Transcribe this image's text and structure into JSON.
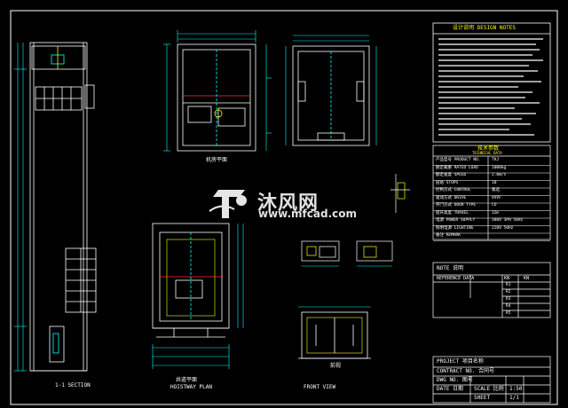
{
  "watermark": {
    "brand": "沐风网",
    "url": "www.mfcad.com"
  },
  "drawing": {
    "views": {
      "section_label": "1-1 SECTION",
      "shaft_plan_label": "HOISTWAY PLAN",
      "front_view_label": "FRONT VIEW",
      "shaft_plan_cn": "井道平面",
      "front_view_cn": "前视",
      "top_plan_cn": "机房平面"
    },
    "notes_title": "设计说明 DESIGN NOTES",
    "spec_table": {
      "title": "技术参数",
      "subtitle": "TECHNICAL DATA",
      "rows": [
        {
          "key": "产品型号 PRODUCT NO.",
          "value": "TKJ"
        },
        {
          "key": "额定载重 RATED LOAD",
          "value": "1000kg"
        },
        {
          "key": "额定速度 SPEED",
          "value": "2.0m/s"
        },
        {
          "key": "层站 STOPS",
          "value": "10"
        },
        {
          "key": "控制方式 CONTROL",
          "value": "集选"
        },
        {
          "key": "驱动方式 DRIVE",
          "value": "VVVF"
        },
        {
          "key": "开门方式 DOOR TYPE",
          "value": "CO"
        },
        {
          "key": "提升高度 TRAVEL",
          "value": "32m"
        },
        {
          "key": "电源 POWER SUPPLY",
          "value": "380V 3PH 50Hz"
        },
        {
          "key": "照明电源 LIGHTING",
          "value": "220V 50Hz"
        },
        {
          "key": "备注 REMARK",
          "value": ""
        }
      ]
    },
    "note_block": {
      "title": "NOTE 说明",
      "header": "REFERENCE DATA",
      "cols": [
        "KN",
        "KN"
      ],
      "rows": [
        "R1",
        "R2",
        "R3",
        "R4",
        "R5"
      ]
    },
    "title_block": {
      "project_label": "PROJECT 项目名称",
      "contract_label": "CONTRACT NO. 合同号",
      "drawing_no_label": "DWG NO. 图号",
      "date_label": "DATE 日期",
      "scale_label": "SCALE 比例",
      "scale_value": "1:50",
      "sheet_label": "SHEET",
      "sheet_value": "1/1"
    }
  }
}
